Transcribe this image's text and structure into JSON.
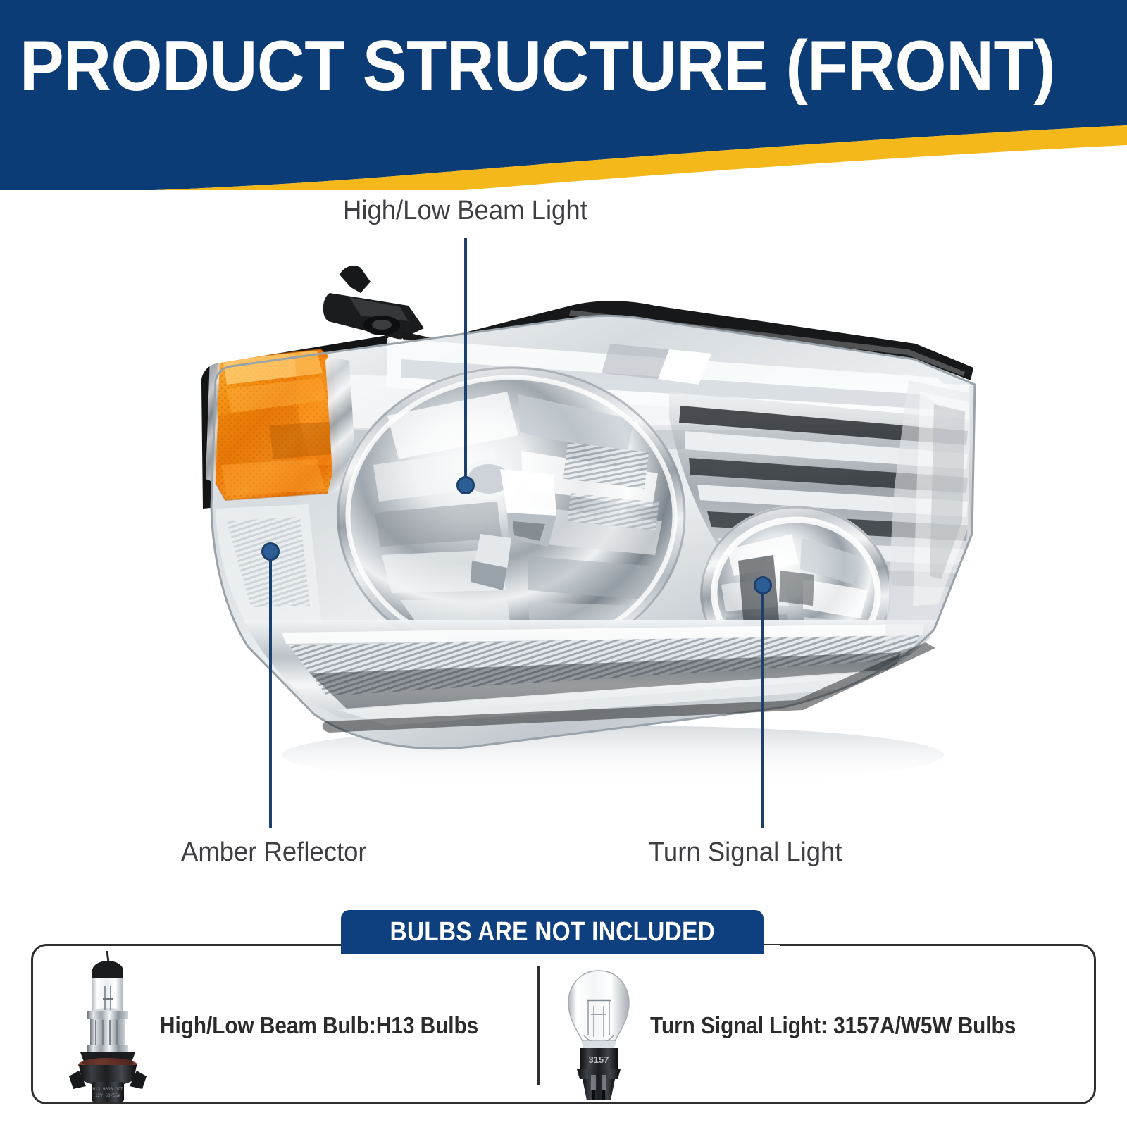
{
  "header": {
    "title": "PRODUCT STRUCTURE (FRONT)",
    "background_color": "#0c3c76",
    "accent_color": "#f5b81a",
    "title_color": "#ffffff"
  },
  "callouts": [
    {
      "id": "high-low-beam",
      "label": "High/Low Beam Light",
      "marker_color": "#1d3f6e",
      "position": "top-center"
    },
    {
      "id": "amber-reflector",
      "label": "Amber Reflector",
      "marker_color": "#1d3f6e",
      "position": "bottom-left"
    },
    {
      "id": "turn-signal",
      "label": "Turn Signal Light",
      "marker_color": "#1d3f6e",
      "position": "bottom-right"
    }
  ],
  "product": {
    "name": "headlight-assembly",
    "amber_lens_color": "#f08311",
    "housing_color": "#cfd3d6",
    "trim_color": "#1b1b1b"
  },
  "bulb_panel": {
    "badge_label": "BULBS ARE NOT INCLUDED",
    "badge_color": "#0e3f7e",
    "border_color": "#2f2f2f",
    "items": [
      {
        "id": "high-low-beam-bulb",
        "caption": "High/Low Beam Bulb:H13 Bulbs",
        "bulb_icon": "h13-halogen-bulb-icon",
        "base_marking": "H13 9008 DOT",
        "base_rating": "12V 60/55W",
        "gasket_color": "#a8593f"
      },
      {
        "id": "turn-signal-bulb",
        "caption": "Turn Signal Light: 3157A/W5W Bulbs",
        "bulb_icon": "3157-wedge-bulb-icon",
        "base_marking": "3157"
      }
    ]
  }
}
